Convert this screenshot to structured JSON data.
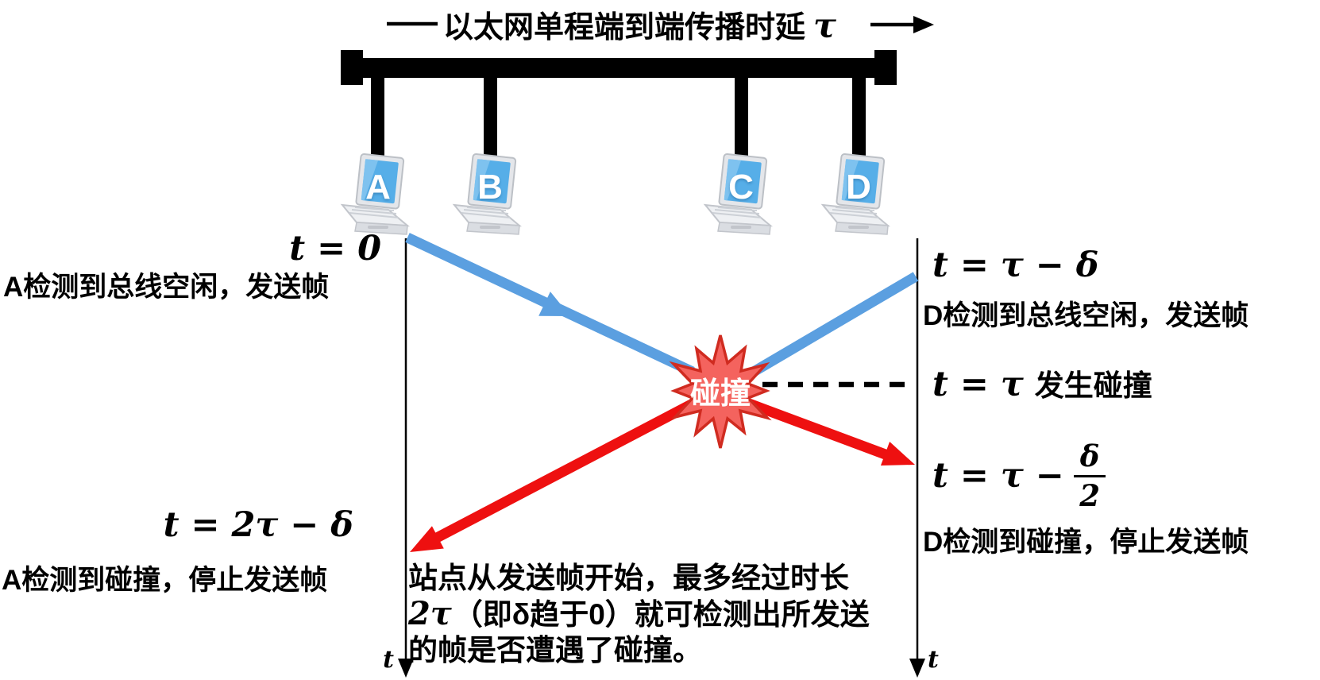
{
  "title": {
    "label": "以太网单程端到端传播时延",
    "tau": "τ"
  },
  "stations": {
    "a": "A",
    "b": "B",
    "c": "C",
    "d": "D"
  },
  "left_events": {
    "start_time": "t = 0",
    "start_desc": "A检测到总线空闲，发送帧",
    "detect_time": "t = 2τ − δ",
    "detect_desc": "A检测到碰撞，停止发送帧",
    "axis_label": "t"
  },
  "right_events": {
    "start_time": "t = τ − δ",
    "start_desc": "D检测到总线空闲，发送帧",
    "collision_time": "t = τ",
    "collision_desc": "发生碰撞",
    "detect_time_prefix": "t = τ −",
    "detect_frac_numerator": "δ",
    "detect_frac_denominator": "2",
    "detect_desc": "D检测到碰撞，停止发送帧",
    "axis_label": "t"
  },
  "collision_star": {
    "label": "碰撞"
  },
  "note": {
    "line1": "站点从发送帧开始，最多经过时长",
    "line2_math": "2τ",
    "line2_rest": "（即δ趋于0）就可检测出所发送",
    "line3": "的帧是否遭遇了碰撞。"
  },
  "colors": {
    "frame_signal_blue": "#5B9FE0",
    "jam_signal_red": "#EE1010",
    "star_fill": "#F4635E",
    "star_border": "#D02B20",
    "laptop_screen_blue": "#56AEE8",
    "bus_black": "#000000"
  }
}
